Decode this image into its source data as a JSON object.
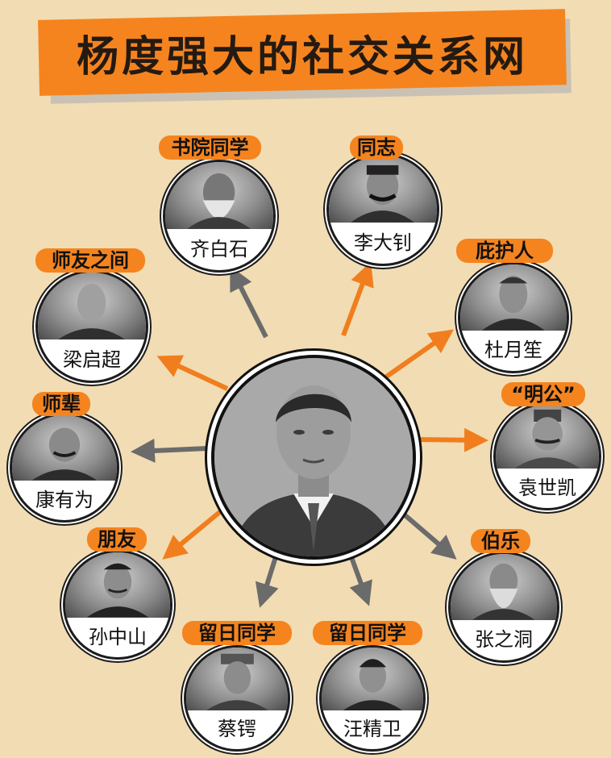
{
  "title": "杨度强大的社交关系网",
  "colors": {
    "background": "#f2dcb3",
    "accent_orange": "#f5841f",
    "arrow_orange": "#f07e1e",
    "arrow_gray": "#6b6b6b"
  },
  "center": {
    "icon": "center-portrait"
  },
  "nodes": [
    {
      "id": "qibaishi",
      "tag": "书院同学",
      "name": "齐白石",
      "arrow": "gray"
    },
    {
      "id": "lidazhao",
      "tag": "同志",
      "name": "李大钊",
      "arrow": "orange"
    },
    {
      "id": "duyuesheng",
      "tag": "庇护人",
      "name": "杜月笙",
      "arrow": "orange"
    },
    {
      "id": "yuanshikai",
      "tag": "“明公”",
      "name": "袁世凯",
      "arrow": "orange"
    },
    {
      "id": "zhangzhidong",
      "tag": "伯乐",
      "name": "张之洞",
      "arrow": "gray"
    },
    {
      "id": "wangjingwei",
      "tag": "留日同学",
      "name": "汪精卫",
      "arrow": "gray"
    },
    {
      "id": "caie",
      "tag": "留日同学",
      "name": "蔡锷",
      "arrow": "gray"
    },
    {
      "id": "sunzhongshan",
      "tag": "朋友",
      "name": "孙中山",
      "arrow": "orange"
    },
    {
      "id": "kangyouwei",
      "tag": "师辈",
      "name": "康有为",
      "arrow": "gray"
    },
    {
      "id": "liangqichao",
      "tag": "师友之间",
      "name": "梁启超",
      "arrow": "orange"
    }
  ]
}
